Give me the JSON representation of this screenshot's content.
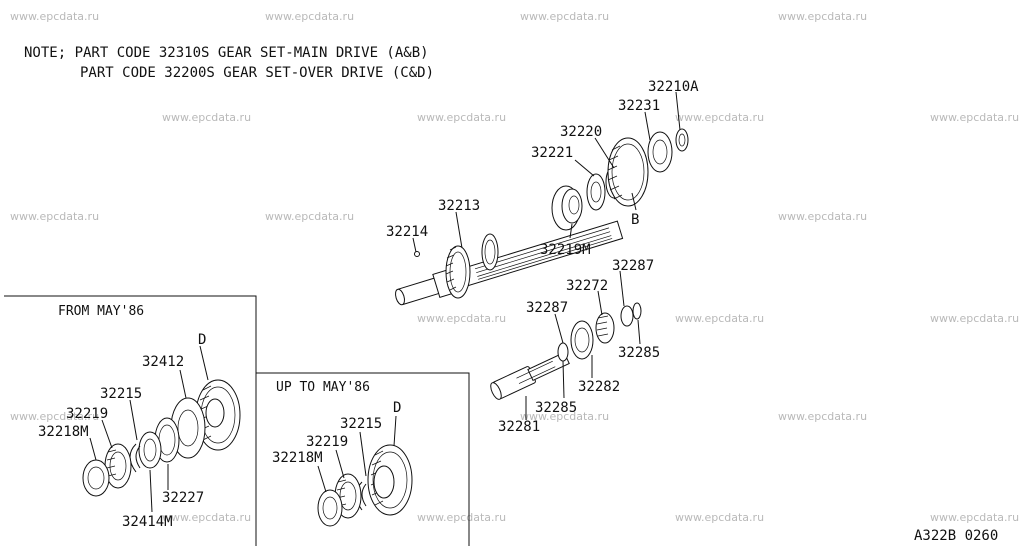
{
  "watermark": "www.epcdata.ru",
  "note": {
    "line1": "NOTE; PART CODE 32310S GEAR SET-MAIN DRIVE (A&B)",
    "line2": "PART CODE 32200S GEAR SET-OVER DRIVE (C&D)"
  },
  "labels": {
    "p32210A": "32210A",
    "p32231": "32231",
    "p32220": "32220",
    "p32221": "32221",
    "p32213": "32213",
    "p32214": "32214",
    "p32219M": "32219M",
    "letterB": "B",
    "p32287a": "32287",
    "p32272": "32272",
    "p32287b": "32287",
    "p32285a": "32285",
    "p32282": "32282",
    "p32285b": "32285",
    "p32281": "32281"
  },
  "inset_from": {
    "title": "FROM MAY'86",
    "letterD": "D",
    "p32412": "32412",
    "p32215": "32215",
    "p32219": "32219",
    "p32218M": "32218M",
    "p32227": "32227",
    "p32414M": "32414M"
  },
  "inset_upto": {
    "title": "UP TO MAY'86",
    "letterD": "D",
    "p32215": "32215",
    "p32219": "32219",
    "p32218M": "32218M"
  },
  "footer": {
    "code": "A322B 0260"
  }
}
